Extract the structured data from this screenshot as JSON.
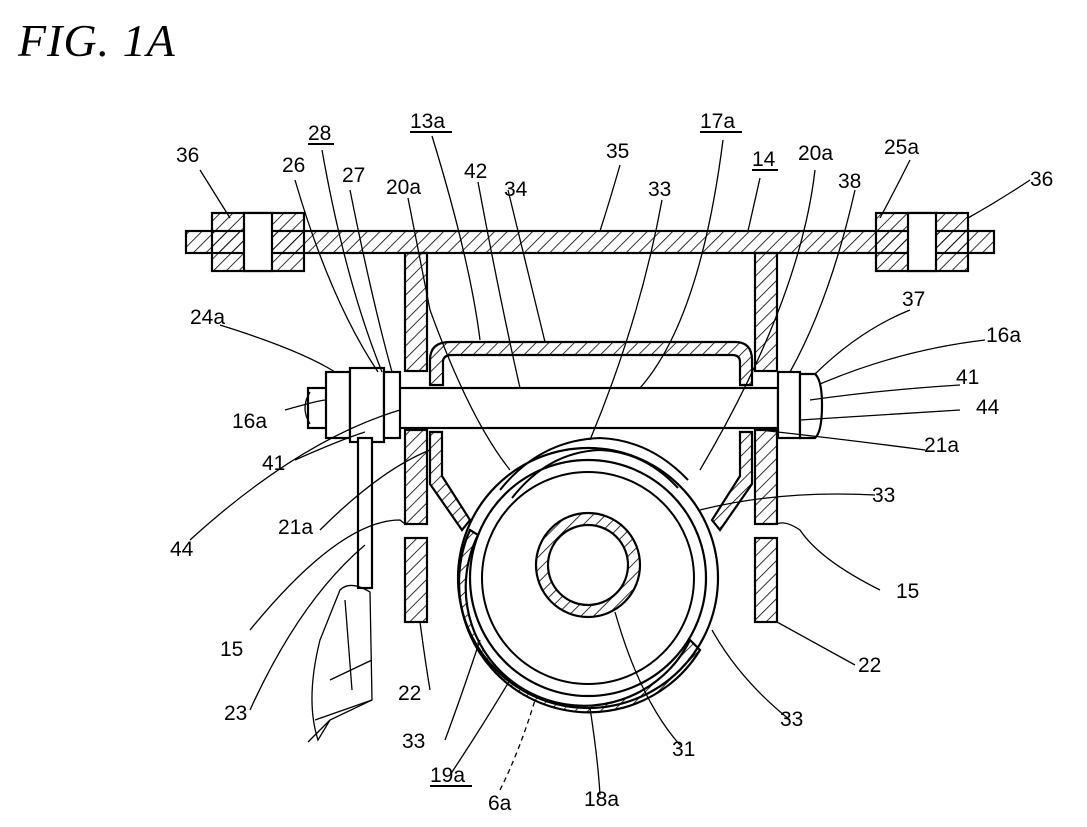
{
  "figure": {
    "title": "FIG. 1A"
  },
  "labels": [
    {
      "id": "l36a",
      "text": "36",
      "underline": false
    },
    {
      "id": "l26",
      "text": "26",
      "underline": false
    },
    {
      "id": "l28",
      "text": "28",
      "underline": true
    },
    {
      "id": "l27",
      "text": "27",
      "underline": false
    },
    {
      "id": "l13a",
      "text": "13a",
      "underline": true
    },
    {
      "id": "l20a1",
      "text": "20a",
      "underline": false
    },
    {
      "id": "l42",
      "text": "42",
      "underline": false
    },
    {
      "id": "l34",
      "text": "34",
      "underline": false
    },
    {
      "id": "l35",
      "text": "35",
      "underline": false
    },
    {
      "id": "l33a",
      "text": "33",
      "underline": false
    },
    {
      "id": "l17a",
      "text": "17a",
      "underline": true
    },
    {
      "id": "l14",
      "text": "14",
      "underline": true
    },
    {
      "id": "l20a2",
      "text": "20a",
      "underline": false
    },
    {
      "id": "l38",
      "text": "38",
      "underline": false
    },
    {
      "id": "l25a",
      "text": "25a",
      "underline": false
    },
    {
      "id": "l36b",
      "text": "36",
      "underline": false
    },
    {
      "id": "l24a",
      "text": "24a",
      "underline": false
    },
    {
      "id": "l37",
      "text": "37",
      "underline": false
    },
    {
      "id": "l16a1",
      "text": "16a",
      "underline": false
    },
    {
      "id": "l16a2",
      "text": "16a",
      "underline": false
    },
    {
      "id": "l41a",
      "text": "41",
      "underline": false
    },
    {
      "id": "l44a",
      "text": "44",
      "underline": false
    },
    {
      "id": "l41b",
      "text": "41",
      "underline": false
    },
    {
      "id": "l21a1",
      "text": "21a",
      "underline": false
    },
    {
      "id": "l33b",
      "text": "33",
      "underline": false
    },
    {
      "id": "l44b",
      "text": "44",
      "underline": false
    },
    {
      "id": "l21a2",
      "text": "21a",
      "underline": false
    },
    {
      "id": "l15a",
      "text": "15",
      "underline": false
    },
    {
      "id": "l15b",
      "text": "15",
      "underline": false
    },
    {
      "id": "l22a",
      "text": "22",
      "underline": false
    },
    {
      "id": "l22b",
      "text": "22",
      "underline": false
    },
    {
      "id": "l23",
      "text": "23",
      "underline": false
    },
    {
      "id": "l33c",
      "text": "33",
      "underline": false
    },
    {
      "id": "l33d",
      "text": "33",
      "underline": false
    },
    {
      "id": "l31",
      "text": "31",
      "underline": false
    },
    {
      "id": "l19a",
      "text": "19a",
      "underline": true
    },
    {
      "id": "l6a",
      "text": "6a",
      "underline": false
    },
    {
      "id": "l18a",
      "text": "18a",
      "underline": false
    }
  ]
}
